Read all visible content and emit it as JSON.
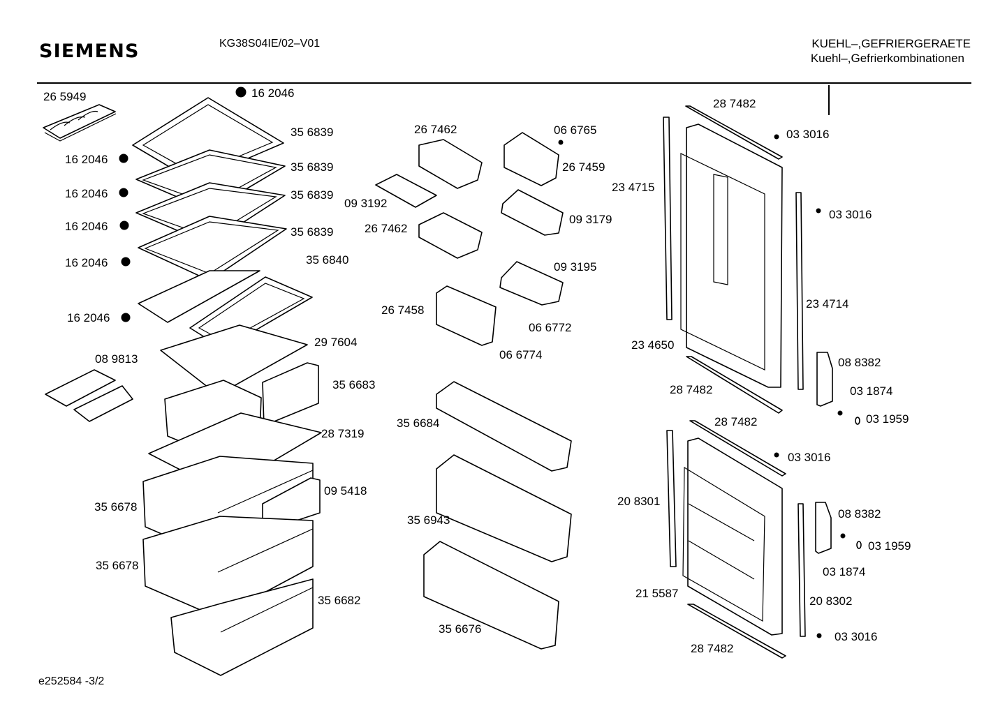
{
  "header": {
    "brand": "SIEMENS",
    "model": "KG38S04IE/02–V01",
    "category_line1": "KUEHL–,GEFRIERGERAETE",
    "category_line2": "Kuehl–,Gefrierkombinationen"
  },
  "footer": {
    "doc_ref": "e252584   -3/2"
  },
  "parts": {
    "p01": "26 5949",
    "p02": "16 2046",
    "p03": "35 6839",
    "p04": "16 2046",
    "p05": "35 6839",
    "p06": "16 2046",
    "p07": "35 6839",
    "p08": "16 2046",
    "p09": "35 6839",
    "p10": "16 2046",
    "p11": "35 6840",
    "p12": "16 2046",
    "p13": "29 7604",
    "p14": "08 9813",
    "p15": "35 6683",
    "p16": "28 7319",
    "p17": "09 5418",
    "p18": "35 6678",
    "p19": "35 6678",
    "p20": "35 6682",
    "p21": "26 7462",
    "p22": "06 6765",
    "p23": "26 7459",
    "p24": "09 3192",
    "p25": "09 3179",
    "p26": "26 7462",
    "p27": "09 3195",
    "p28": "26 7458",
    "p29": "06 6772",
    "p30": "06 6774",
    "p31": "35 6684",
    "p32": "35 6943",
    "p33": "35 6676",
    "p34": "28 7482",
    "p35": "03 3016",
    "p36": "23 4715",
    "p37": "03 3016",
    "p38": "23 4714",
    "p39": "23 4650",
    "p40": "08 8382",
    "p41": "28 7482",
    "p42": "03 1874",
    "p43": "03 1959",
    "p44": "28 7482",
    "p45": "03 3016",
    "p46": "20 8301",
    "p47": "08 8382",
    "p48": "03 1959",
    "p49": "03 1874",
    "p50": "21 5587",
    "p51": "20 8302",
    "p52": "03 3016",
    "p53": "28 7482"
  }
}
